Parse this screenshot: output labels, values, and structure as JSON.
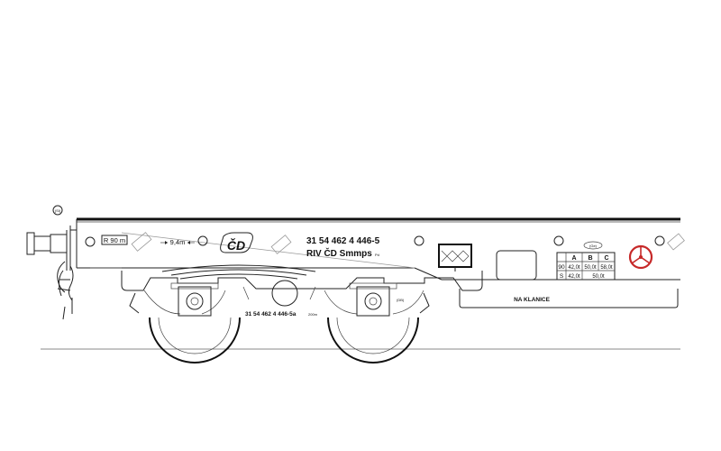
{
  "markings": {
    "wagon_number": "31 54 462 4 446-5",
    "wagon_type": "RIV ČD Smmps",
    "wagon_type_suffix": "Pd",
    "curve_radius": "R 90 m",
    "length": "9,4m",
    "bogie_number": "31 54 462 4 446-5a",
    "bogie_suffix": "200m",
    "bogie_mark": "(DB)",
    "lashing_label": "NA KLANICE",
    "buffer_mark": "(SI)",
    "brake_mark": "(Ge)"
  },
  "load_table": {
    "headers": [
      "A",
      "B",
      "C"
    ],
    "rows": [
      {
        "speed": "90",
        "values": [
          "42,0t",
          "50,0t",
          "58,0t"
        ]
      },
      {
        "speed": "S",
        "values": [
          "42,0t",
          "50,0t"
        ]
      }
    ]
  },
  "logo": {
    "text": "ČD"
  },
  "colors": {
    "handwheel": "#c62828",
    "line": "#222222"
  }
}
